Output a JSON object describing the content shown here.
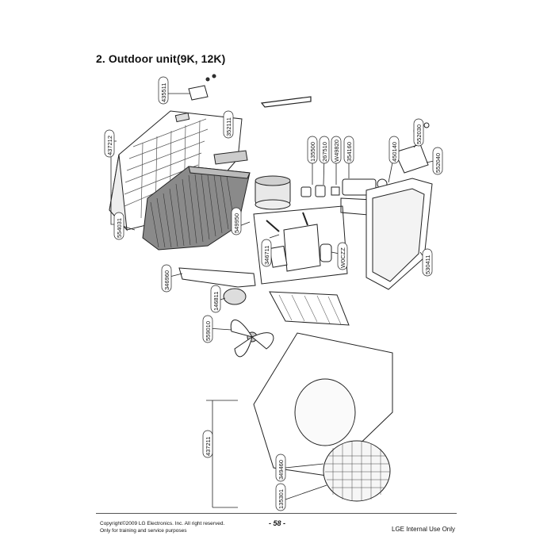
{
  "heading": "2. Outdoor unit(9K, 12K)",
  "part_labels": [
    "435511",
    "352111",
    "437212",
    "554031",
    "549950",
    "346960",
    "146811",
    "559010",
    "437211",
    "349460",
    "135301",
    "135500",
    "267510",
    "W49820",
    "354160",
    "450140",
    "552030",
    "552040",
    "346711",
    "W0CZZ",
    "530411"
  ],
  "footer": {
    "copyright": "Copyright©2009 LG Electronics. Inc. All right reserved.",
    "usage": "Only for training and service purposes",
    "page_number": "- 58 -",
    "internal": "LGE Internal Use Only"
  }
}
